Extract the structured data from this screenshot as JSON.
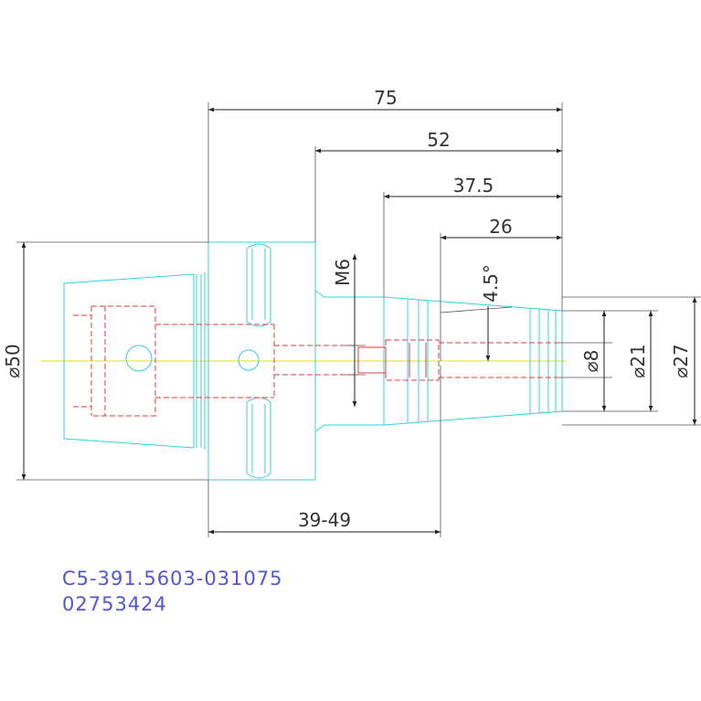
{
  "dimensions": {
    "length_total": "75",
    "length_52": "52",
    "length_37_5": "37.5",
    "length_26": "26",
    "thread": "M6",
    "angle": "4.5°",
    "dia_8": "⌀8",
    "dia_21": "⌀21",
    "dia_27": "⌀27",
    "dia_50": "⌀50",
    "range": "39-49"
  },
  "part_code": "C5-391.5603-031075",
  "part_number": "02753424",
  "colors": {
    "outline": "#35cfe0",
    "hidden": "#e23b3b",
    "centerline": "#e8e84a",
    "dimension": "#222222",
    "code_text": "#5555cc"
  }
}
